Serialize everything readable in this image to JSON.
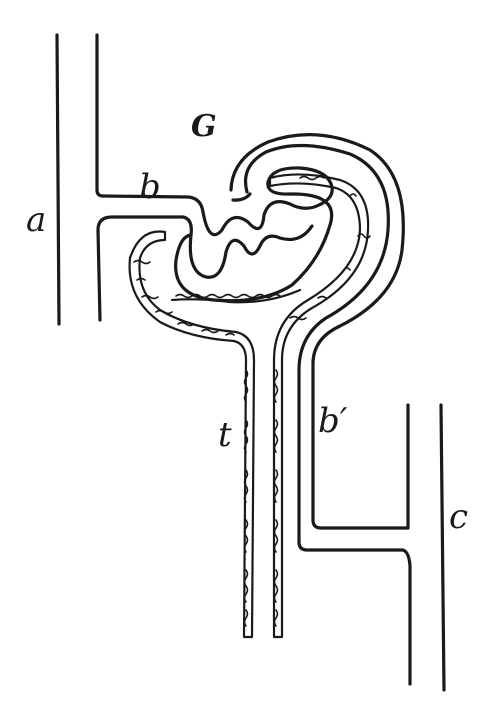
{
  "labels": {
    "G": "G",
    "b": "b",
    "a": "a",
    "t": "t",
    "b_prime": "b′",
    "c": "c"
  }
}
